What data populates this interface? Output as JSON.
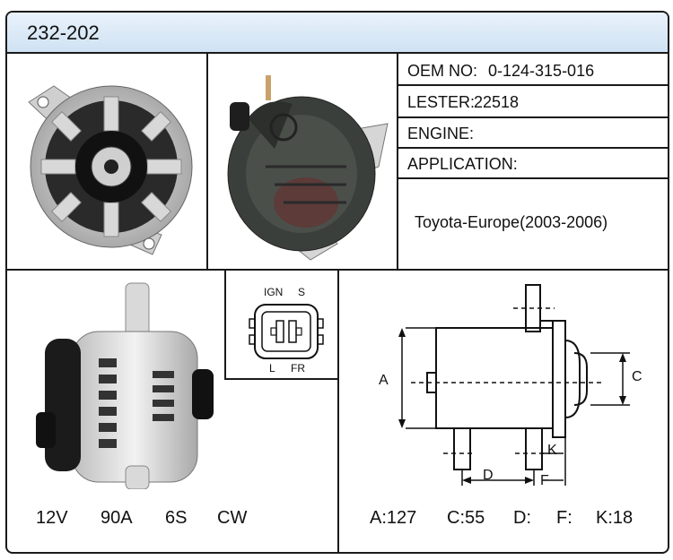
{
  "header": {
    "part_number": "232-202"
  },
  "specs": {
    "oem_label": "OEM NO:",
    "oem_value": "0-124-315-016",
    "lester_label": "LESTER:",
    "lester_value": "22518",
    "engine_label": "ENGINE:",
    "engine_value": "",
    "application_label": "APPLICATION:",
    "application_value": "Toyota-Europe(2003-2006)"
  },
  "connector": {
    "ign": "IGN",
    "s": "S",
    "l": "L",
    "fr": "FR"
  },
  "electrical": {
    "voltage": "12V",
    "amperage": "90A",
    "pulley": "6S",
    "rotation": "CW"
  },
  "dimension_letters": {
    "a": "A",
    "c": "C",
    "d": "D",
    "f": "F",
    "k": "K"
  },
  "dimensions": {
    "a": "A:127",
    "c": "C:55",
    "d": "D:",
    "f": "F:",
    "k": "K:18"
  },
  "colors": {
    "header_bg": "#cfe2f3",
    "border": "#1a1a1a"
  }
}
